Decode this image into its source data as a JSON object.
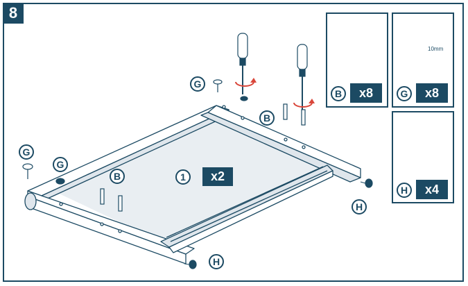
{
  "step": {
    "number": "8"
  },
  "main": {
    "part_1": {
      "id": "1",
      "qty": "x2"
    },
    "callouts": {
      "g": "G",
      "b": "B",
      "h": "H"
    }
  },
  "legend": {
    "b": {
      "letter": "B",
      "qty": "x8"
    },
    "g": {
      "letter": "G",
      "qty": "x8",
      "dimension": "10mm"
    },
    "h": {
      "letter": "H",
      "qty": "x4"
    }
  },
  "colors": {
    "navy": "#1c4a63",
    "arrow_red": "#d9463a",
    "panel_fill": "#e9eef2"
  }
}
